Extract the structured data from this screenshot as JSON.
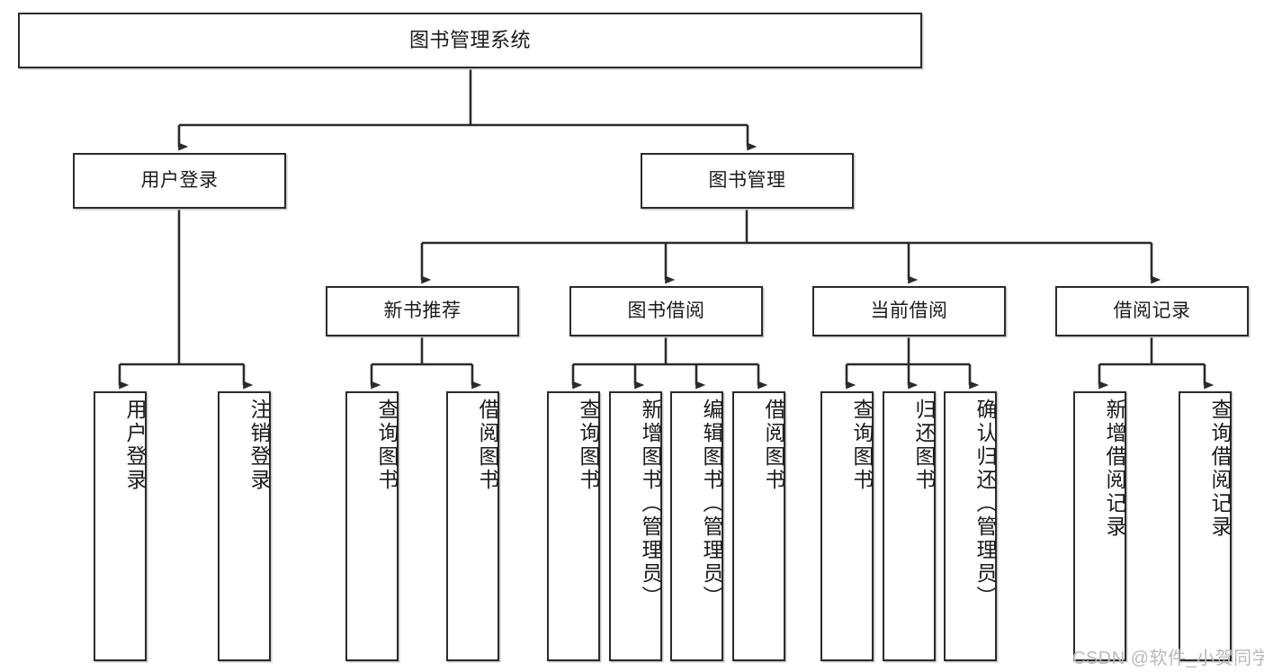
{
  "diagram": {
    "title": "图书管理系统",
    "type": "functional-structure-tree",
    "watermark": "CSDN @软件_小贺同学",
    "colors": {
      "node_border": "#2b2b2b",
      "node_fill": "#ffffff",
      "edge": "#2b2b2b",
      "text": "#1b1b1b",
      "watermark": "#b9b9b9"
    },
    "nodes": {
      "root": {
        "label": "图书管理系统"
      },
      "level2": [
        {
          "id": "user-login",
          "label": "用户登录"
        },
        {
          "id": "book-manage",
          "label": "图书管理"
        }
      ],
      "level3": [
        {
          "id": "new-book-recommend",
          "label": "新书推荐"
        },
        {
          "id": "book-borrow",
          "label": "图书借阅"
        },
        {
          "id": "current-borrow",
          "label": "当前借阅"
        },
        {
          "id": "borrow-record",
          "label": "借阅记录"
        }
      ],
      "leaves": [
        {
          "id": "leaf-user-login",
          "label": "用户登录",
          "parent": "user-login"
        },
        {
          "id": "leaf-logout-login",
          "label": "注销登录",
          "parent": "user-login"
        },
        {
          "id": "leaf-query-book-1",
          "label": "查询图书",
          "parent": "new-book-recommend"
        },
        {
          "id": "leaf-borrow-book-1",
          "label": "借阅图书",
          "parent": "new-book-recommend"
        },
        {
          "id": "leaf-query-book-2",
          "label": "查询图书",
          "parent": "book-borrow"
        },
        {
          "id": "leaf-add-book",
          "label": "新增图书（管理员）",
          "parent": "book-borrow"
        },
        {
          "id": "leaf-edit-book",
          "label": "编辑图书（管理员）",
          "parent": "book-borrow"
        },
        {
          "id": "leaf-borrow-book-2",
          "label": "借阅图书",
          "parent": "book-borrow"
        },
        {
          "id": "leaf-query-book-3",
          "label": "查询图书",
          "parent": "current-borrow"
        },
        {
          "id": "leaf-return-book",
          "label": "归还图书",
          "parent": "current-borrow"
        },
        {
          "id": "leaf-confirm-return",
          "label": "确认归还（管理员）",
          "parent": "current-borrow"
        },
        {
          "id": "leaf-add-record",
          "label": "新增借阅记录",
          "parent": "borrow-record"
        },
        {
          "id": "leaf-query-record",
          "label": "查询借阅记录",
          "parent": "borrow-record"
        }
      ]
    }
  }
}
